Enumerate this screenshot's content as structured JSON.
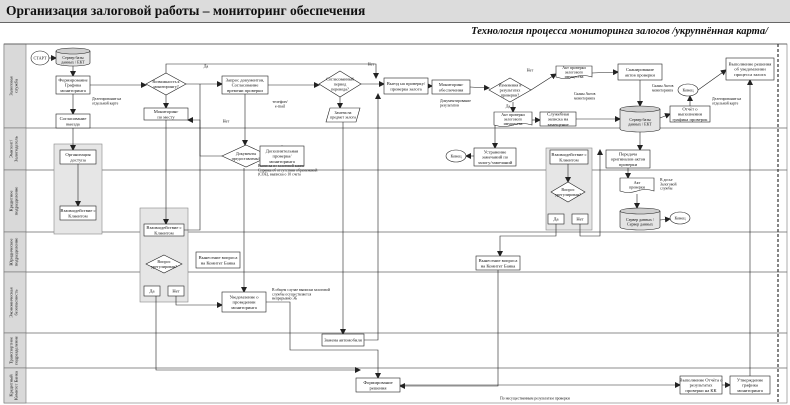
{
  "title": "Организация залоговой работы – мониторинг обеспечения",
  "subtitle": "Технология процесса мониторинга залогов /укрупнённая карта/",
  "lanes": [
    "Залоговая служба",
    "Эмитент/ Залогодатель",
    "Кредитное подразделение",
    "Юридическое подразделение",
    "Экономическая безопасность",
    "Транспортное подразделение",
    "Кредитный Комитет Банка"
  ],
  "nodes": {
    "start": "СТАРТ",
    "db_server": [
      "Сервер базы",
      "данных / ЕКТ"
    ],
    "form_schedule": [
      "Формирование",
      "Графика",
      "мониторинга"
    ],
    "agree_visit": [
      "Согласование",
      "выезда"
    ],
    "d_possible": [
      "Возможность к",
      "мониторингу?"
    ],
    "monitor_place": [
      "Мониторинг",
      "по месту"
    ],
    "request_docs": [
      "Запрос документов,",
      "Согласование",
      "времени проверки"
    ],
    "d_docs_provided": [
      "Документы",
      "предоставлены?"
    ],
    "extra_check": [
      "Дополнительная",
      "проверка/",
      "мониторинга"
    ],
    "check_notes": [
      "Выписка из залоговой книги",
      "Справка об отсутствии обременений",
      "(СОЕ), выписка о 10 счета"
    ],
    "d_agreed_transfer": [
      "Согласованный",
      "период",
      "перевода?"
    ],
    "replace_collateral": [
      "Замена на",
      "предмет залога"
    ],
    "visit_check": [
      "Выезд на проверку/",
      "проверка залога"
    ],
    "monitoring_survey": [
      "Мониторинг",
      "обеспечения"
    ],
    "doc_result": [
      "Документирование",
      "результатов"
    ],
    "d_change_result": [
      "Изменения в",
      "результатах",
      "проверки?"
    ],
    "reduction": [
      "Акт проверки",
      "залогового",
      "имущества"
    ],
    "act_to_dossier": [
      "Акт проверки",
      "залогового",
      "имущества"
    ],
    "record_changes": [
      "Служебная",
      "записка на",
      "замещение"
    ],
    "act_signed": [
      "Сканирование",
      "актов проверки"
    ],
    "scan_acts": [
      "Сканы Актов",
      "мониторинга"
    ],
    "scan_acts2": [
      "Сканы Актов",
      "мониторинга"
    ],
    "db_server2": [
      "Сервер базы",
      "данных / ЕКТ"
    ],
    "close": "Конец",
    "report_schedule": [
      "Отчёт о",
      "выполнении",
      "графика проверок"
    ],
    "doc_dossier": [
      "Документирование",
      "в досье"
    ],
    "exec_decision": [
      "Выполнение решения",
      "об уведомлении",
      "процесса залога"
    ],
    "org_access": [
      "Организация",
      "доступа"
    ],
    "interaction_client": [
      "Взаимодействие с",
      "Клиентом"
    ],
    "end_left": "Конец",
    "fix_notes": [
      "Устранение",
      "замечаний по",
      "залогу/замечаний"
    ],
    "interaction_client2": [
      "Взаимодействие с",
      "Клиентом"
    ],
    "d_issue2": [
      "Вопрос",
      "урегулирован?"
    ],
    "yes": "Да",
    "no": "Нет",
    "send_acts": [
      "Передача",
      "оригиналов актов",
      "проверки"
    ],
    "acts_copies": [
      "Акт",
      "проверки"
    ],
    "to_dossier_cred": [
      "В досье",
      "Залоговой",
      "службы"
    ],
    "db_server3": [
      "Сервер данных /",
      "Сервер данных"
    ],
    "end_right": "Конец",
    "interaction_client_cred": [
      "Взаимодействие с",
      "Клиентом"
    ],
    "d_issue_cred": [
      "Вопрос",
      "урегулирован?"
    ],
    "legal_question": [
      "Вынесение вопроса",
      "на Комитет Банка"
    ],
    "legal_question2": [
      "Вынесение вопроса",
      "на Комитет Банка"
    ],
    "sec_notice": [
      "Уведомление о",
      "проведении",
      "мониторинга"
    ],
    "sec_note": [
      "В общем случае выписки залоговой",
      "службы осуществляется",
      "непрерывно ЭБ"
    ],
    "car_replace": [
      "Замена автомобиля"
    ],
    "committee_decision": [
      "Формирование",
      "решения"
    ],
    "exec_kk": [
      "Выполнение Отчёта о",
      "результатах",
      "проверки на КК"
    ],
    "approve_schedule": [
      "Утверждение",
      "графика",
      "мониторинга"
    ],
    "no_changes_note": "По несущественным результатам проверки"
  },
  "labels": {
    "yes": "Да",
    "no": "Нет",
    "delegate_label": [
      "Делегирование на",
      "отдельной карте"
    ],
    "delegate_label2": [
      "Документирование на",
      "отдельной карте"
    ],
    "delegate_label3": [
      "Делегирование на",
      "отдельной карте"
    ],
    "timeframe": [
      "телефон/",
      "e-mail"
    ]
  },
  "colors": {
    "lane_band": "#d9d9d9",
    "group_fill": "#e6e6e6",
    "line": "#222222"
  }
}
